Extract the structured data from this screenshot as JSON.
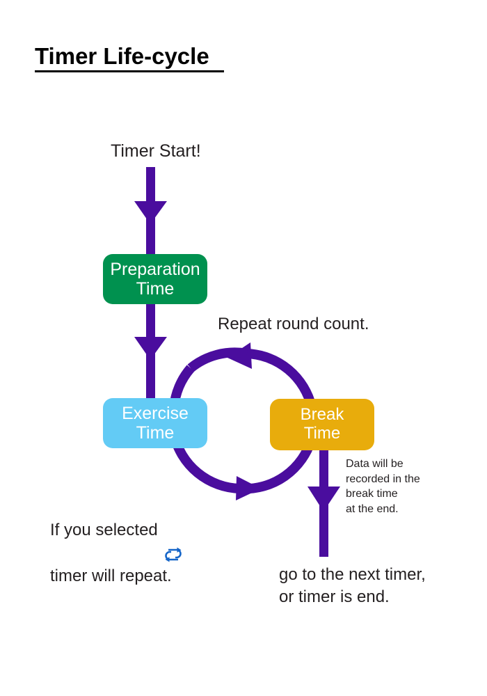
{
  "page": {
    "title": "Timer Life-cycle ",
    "background": "#ffffff"
  },
  "colors": {
    "arrow_purple": "#4A0D9E",
    "preparation_green": "#00914F",
    "exercise_blue": "#63CBF5",
    "break_orange": "#E8AC0C",
    "repeat_icon_blue": "#1565C8",
    "text_black": "#231f20"
  },
  "nodes": {
    "preparation": {
      "label": "Preparation\nTime",
      "color": "#00914F"
    },
    "exercise": {
      "label": "Exercise\nTime",
      "color": "#63CBF5"
    },
    "break": {
      "label": "Break\nTime",
      "color": "#E8AC0C"
    }
  },
  "labels": {
    "timer_start": "Timer Start!",
    "repeat_round_count": "Repeat round count.",
    "data_note": "Data will be\nrecorded in the\nbreak time\nat the end.",
    "go_next": "go to the next timer,\nor timer is end.",
    "repeat_note_line1_before": "If you selected",
    "repeat_note_line2": "timer will repeat."
  },
  "icons": {
    "repeat": "repeat-loop-icon"
  },
  "flow": {
    "edges": [
      {
        "from": "start",
        "to": "preparation",
        "direction": "down"
      },
      {
        "from": "preparation",
        "to": "exercise",
        "direction": "down"
      },
      {
        "from": "exercise",
        "to": "break",
        "direction": "loop-bottom-right"
      },
      {
        "from": "break",
        "to": "exercise",
        "direction": "loop-top-left"
      },
      {
        "from": "break",
        "to": "next-timer",
        "direction": "down"
      }
    ]
  }
}
